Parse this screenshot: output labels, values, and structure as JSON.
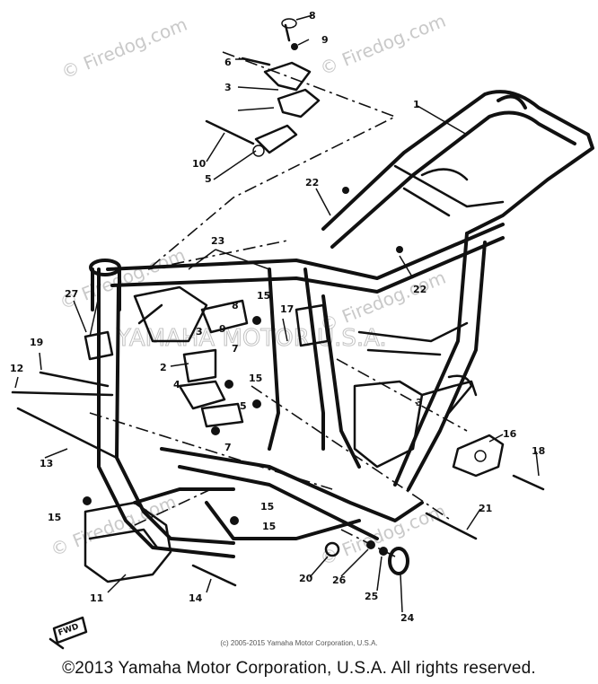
{
  "watermarks": {
    "site": "© Firedog.com",
    "overlay": "YAMAHA MOTOR U.S.A."
  },
  "stamp_fwd": "FWD",
  "callouts": [
    "1",
    "2",
    "3",
    "3",
    "3",
    "4",
    "5",
    "5",
    "6",
    "7",
    "7",
    "8",
    "8",
    "9",
    "9",
    "10",
    "11",
    "12",
    "13",
    "14",
    "15",
    "15",
    "15",
    "15",
    "15",
    "16",
    "17",
    "18",
    "19",
    "20",
    "21",
    "22",
    "22",
    "23",
    "24",
    "25",
    "26",
    "27"
  ],
  "caption_small": "(c) 2005-2015 Yamaha Motor Corporation, U.S.A.",
  "copyright": "©2013 Yamaha Motor Corporation, U.S.A. All rights reserved."
}
